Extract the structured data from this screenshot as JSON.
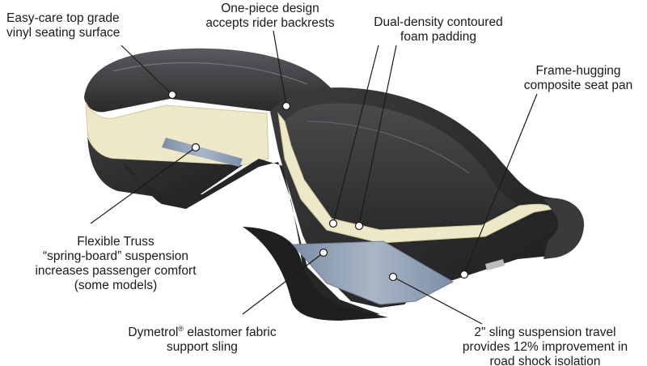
{
  "labels": {
    "vinyl": [
      "Easy-care top grade",
      "vinyl seating surface"
    ],
    "one_piece": [
      "One-piece design",
      "accepts rider backrests"
    ],
    "dual_density": [
      "Dual-density contoured",
      "foam padding"
    ],
    "frame": [
      "Frame-hugging",
      "composite seat pan"
    ],
    "truss": [
      "Flexible Truss",
      "“spring-board” suspension",
      "increases passenger comfort",
      "(some models)"
    ],
    "dymetrol": {
      "name": "Dymetrol",
      "mark": "®",
      "rest": " elastomer fabric",
      "line2": "support sling"
    },
    "sling": [
      "2\" sling suspension travel",
      "provides 12% improvement in",
      "road shock isolation"
    ]
  },
  "colors": {
    "vinyl_dark": "#2b2b2d",
    "vinyl_mid": "#48484b",
    "foam": "#ede9c8",
    "sling": "#8a9aaf",
    "leader": "#1a1a1a"
  }
}
